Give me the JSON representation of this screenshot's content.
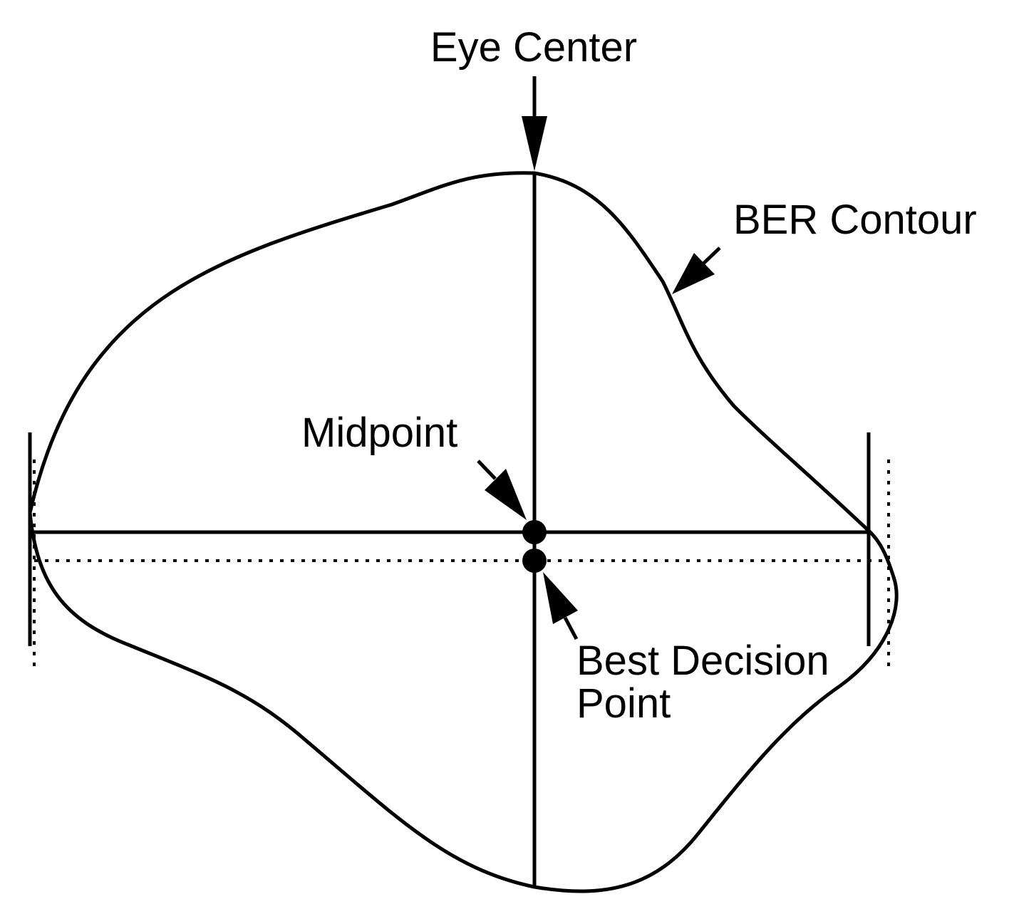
{
  "labels": {
    "eye_center": "Eye Center",
    "ber_contour": "BER Contour",
    "midpoint": "Midpoint",
    "best_decision_line1": "Best Decision",
    "best_decision_line2": "Point"
  },
  "colors": {
    "stroke": "#000000",
    "background": "#ffffff"
  }
}
